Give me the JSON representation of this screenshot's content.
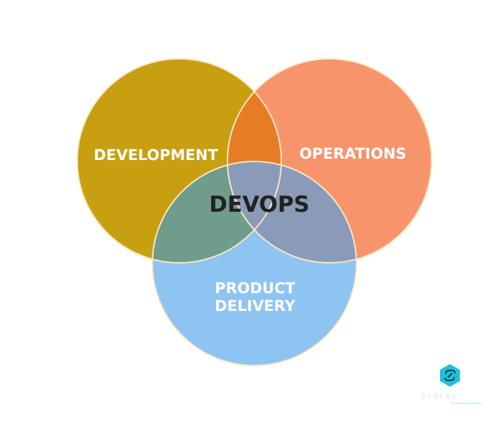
{
  "diagram": {
    "circles": [
      {
        "id": "development",
        "label": "DEVELOPMENT",
        "color": "#c89f10"
      },
      {
        "id": "operations",
        "label": "OPERATIONS",
        "color": "#f7946b"
      },
      {
        "id": "product_delivery",
        "label_lines": [
          "PRODUCT",
          "DELIVERY"
        ],
        "color": "#8ec4f1"
      }
    ],
    "overlap_colors": {
      "development_operations": "#e87c24",
      "development_product": "#709c8c",
      "operations_product": "#8b9ab8"
    },
    "center_label": "DEVOPS",
    "center_label_color": "#222222",
    "outline_color": "#fbe7c2"
  },
  "brand": {
    "logo_icon": "hexagon-link-icon",
    "accent_color": "#22bfdc",
    "wordmark": "SYNTAX",
    "tagline": "The Cloud Services Company"
  }
}
